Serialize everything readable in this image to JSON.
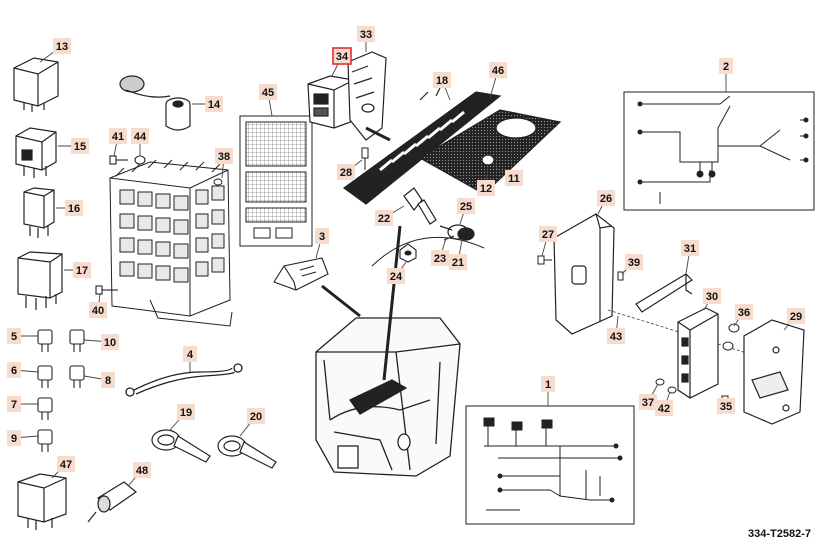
{
  "diagram": {
    "reference_code": "334-T2582-7",
    "highlighted_part": "34",
    "colors": {
      "badge_fill": "#f7dccd",
      "highlight_border": "#e03030",
      "line": "#222222",
      "leader": "#444444"
    },
    "callouts": [
      "13",
      "14",
      "15",
      "16",
      "17",
      "5",
      "10",
      "6",
      "8",
      "7",
      "9",
      "47",
      "48",
      "41",
      "44",
      "38",
      "40",
      "4",
      "19",
      "20",
      "45",
      "3",
      "33",
      "34",
      "18",
      "46",
      "28",
      "12",
      "11",
      "22",
      "25",
      "23",
      "21",
      "24",
      "2",
      "26",
      "27",
      "31",
      "39",
      "30",
      "36",
      "29",
      "43",
      "37",
      "42",
      "35",
      "1"
    ]
  }
}
